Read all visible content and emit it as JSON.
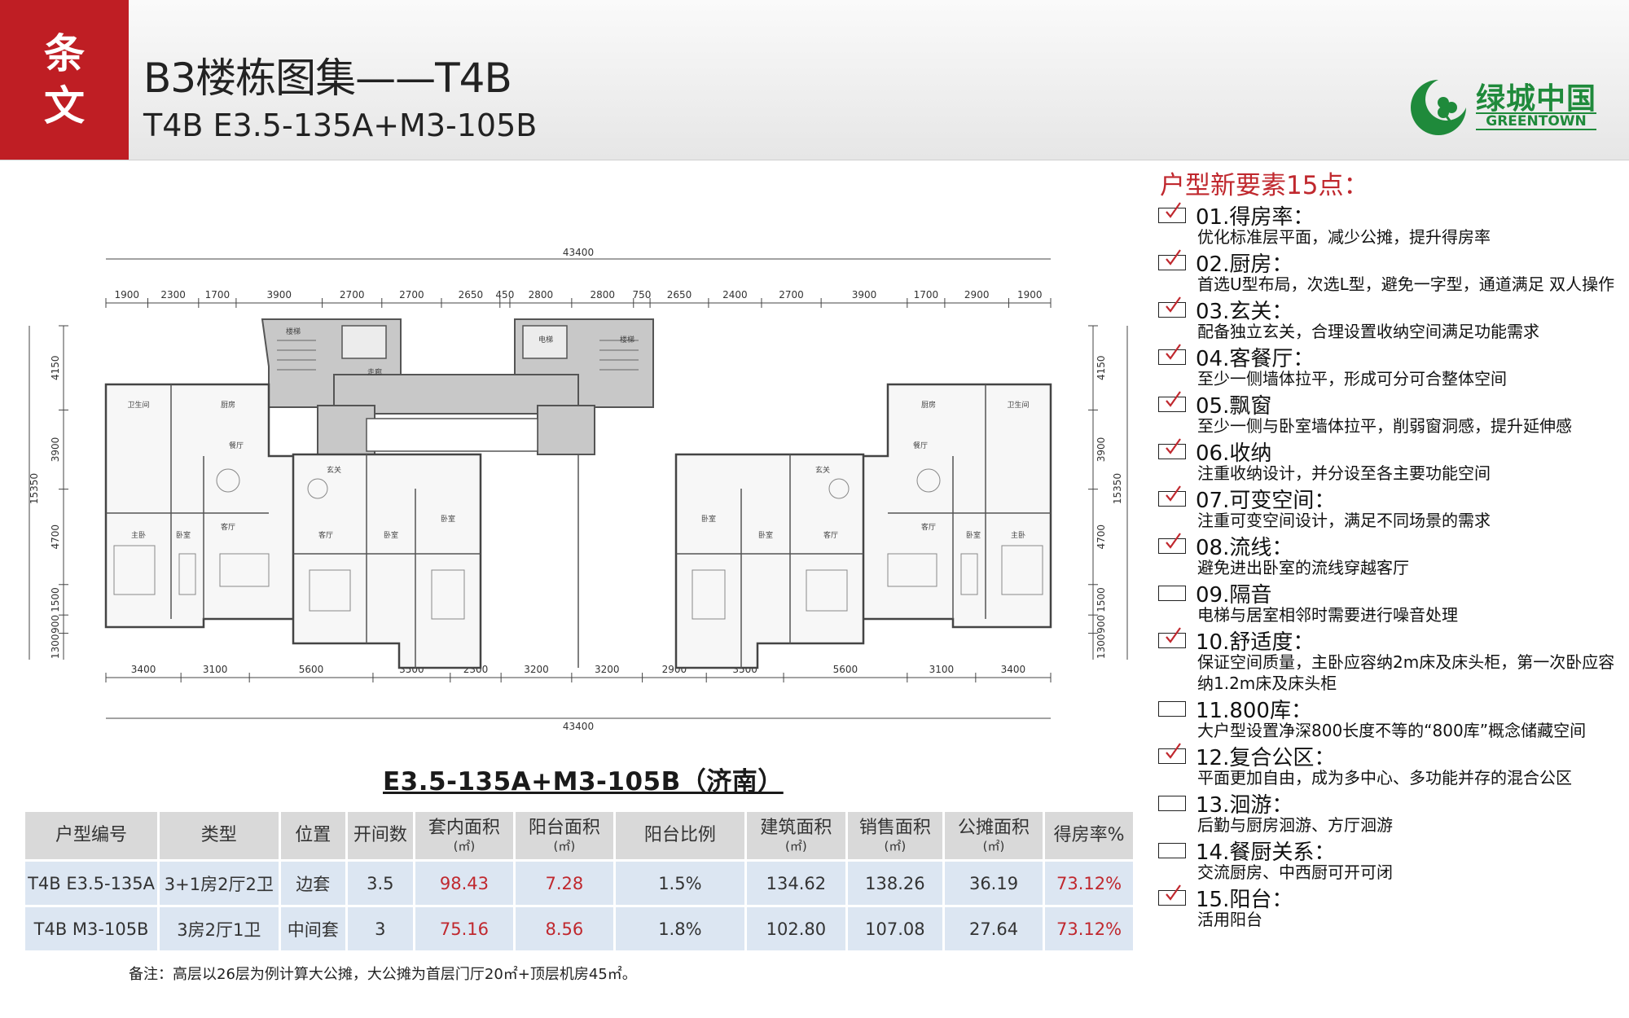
{
  "header": {
    "tag_line1": "条",
    "tag_line2": "文",
    "title": "B3楼栋图集——T4B",
    "subtitle": "T4B E3.5-135A+M3-105B",
    "logo_cn": "绿城中国",
    "logo_en": "GREENTOWN",
    "brand_color": "#1f8a3b",
    "accent_color": "#bf1e24"
  },
  "plan": {
    "overall_top": "43400",
    "overall_bottom": "43400",
    "top_dims": [
      "1900",
      "2300",
      "1700",
      "3900",
      "2700",
      "2700",
      "2650",
      "450",
      "2800",
      "2800",
      "750",
      "2650",
      "2400",
      "2700",
      "3900",
      "1700",
      "2900",
      "1900"
    ],
    "bottom_dims": [
      "3400",
      "3100",
      "5600",
      "3500",
      "2300",
      "3200",
      "3200",
      "2900",
      "3500",
      "5600",
      "3100",
      "3400"
    ],
    "left_total": "15350",
    "right_total": "15350",
    "side_dims": [
      "4150",
      "3900",
      "4700",
      "1500",
      "900",
      "1300"
    ],
    "rooms": [
      "客厅",
      "餐厅",
      "主卧",
      "卧室",
      "厨房",
      "卫生间",
      "玄关",
      "走廊",
      "电梯",
      "楼梯"
    ]
  },
  "caption": "E3.5-135A+M3-105B（济南）",
  "table": {
    "headers": [
      {
        "main": "户型编号",
        "unit": ""
      },
      {
        "main": "类型",
        "unit": ""
      },
      {
        "main": "位置",
        "unit": ""
      },
      {
        "main": "开间数",
        "unit": ""
      },
      {
        "main": "套内面积",
        "unit": "(㎡)"
      },
      {
        "main": "阳台面积",
        "unit": "(㎡)"
      },
      {
        "main": "阳台比例",
        "unit": ""
      },
      {
        "main": "建筑面积",
        "unit": "(㎡)"
      },
      {
        "main": "销售面积",
        "unit": "(㎡)"
      },
      {
        "main": "公摊面积",
        "unit": "(㎡)"
      },
      {
        "main": "得房率%",
        "unit": ""
      }
    ],
    "rows": [
      [
        "T4B E3.5-135A",
        "3+1房2厅2卫",
        "边套",
        "3.5",
        "98.43",
        "7.28",
        "1.5%",
        "134.62",
        "138.26",
        "36.19",
        "73.12%"
      ],
      [
        "T4B M3-105B",
        "3房2厅1卫",
        "中间套",
        "3",
        "75.16",
        "8.56",
        "1.8%",
        "102.80",
        "107.08",
        "27.64",
        "73.12%"
      ]
    ],
    "red_columns": [
      4,
      5,
      10
    ]
  },
  "note": "备注：高层以26层为例计算大公摊，大公摊为首层门厅20㎡+顶层机房45㎡。",
  "checklist": {
    "title": "户型新要素15点：",
    "items": [
      {
        "label": "01.得房率：",
        "desc": "优化标准层平面，减少公摊，提升得房率",
        "checked": true
      },
      {
        "label": "02.厨房：",
        "desc": "首选U型布局，次选L型，避免一字型，通道满足 双人操作",
        "checked": true
      },
      {
        "label": "03.玄关：",
        "desc": "配备独立玄关，合理设置收纳空间满足功能需求",
        "checked": true
      },
      {
        "label": "04.客餐厅：",
        "desc": "至少一侧墙体拉平，形成可分可合整体空间",
        "checked": true
      },
      {
        "label": "05.飘窗",
        "desc": "至少一侧与卧室墙体拉平，削弱窗洞感，提升延伸感",
        "checked": true
      },
      {
        "label": "06.收纳",
        "desc": "注重收纳设计，并分设至各主要功能空间",
        "checked": true
      },
      {
        "label": "07.可变空间：",
        "desc": "注重可变空间设计，满足不同场景的需求",
        "checked": true
      },
      {
        "label": "08.流线：",
        "desc": "避免进出卧室的流线穿越客厅",
        "checked": true
      },
      {
        "label": "09.隔音",
        "desc": "电梯与居室相邻时需要进行噪音处理",
        "checked": false
      },
      {
        "label": "10.舒适度：",
        "desc": "保证空间质量，主卧应容纳2m床及床头柜，第一次卧应容纳1.2m床及床头柜",
        "checked": true
      },
      {
        "label": "11.800库：",
        "desc": "大户型设置净深800长度不等的“800库”概念储藏空间",
        "checked": false
      },
      {
        "label": "12.复合公区：",
        "desc": "平面更加自由，成为多中心、多功能并存的混合公区",
        "checked": true
      },
      {
        "label": "13.洄游：",
        "desc": "后勤与厨房洄游、方厅洄游",
        "checked": false
      },
      {
        "label": "14.餐厨关系：",
        "desc": "交流厨房、中西厨可开可闭",
        "checked": false
      },
      {
        "label": "15.阳台：",
        "desc": "活用阳台",
        "checked": true
      }
    ]
  }
}
